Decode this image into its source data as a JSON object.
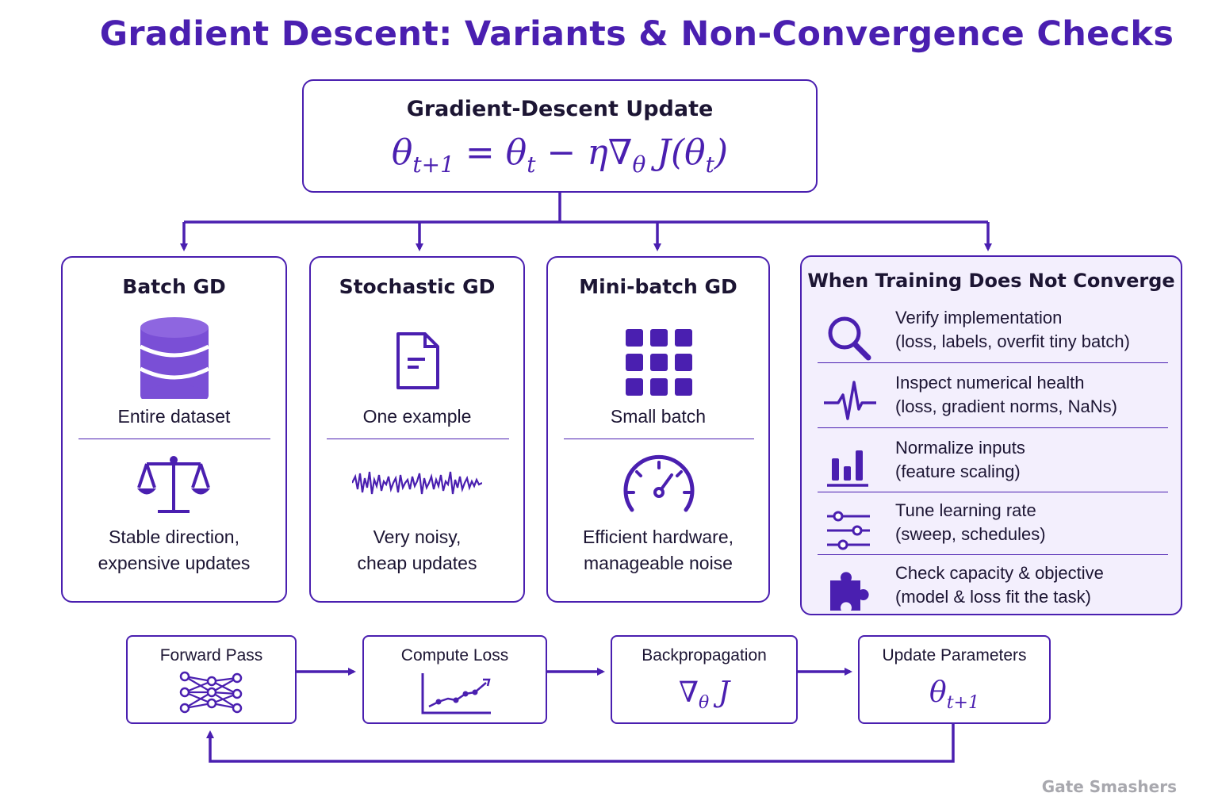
{
  "title": "Gradient Descent: Variants & Non-Convergence Checks",
  "accent_color": "#4a1fb0",
  "update": {
    "heading": "Gradient-Descent Update",
    "formula": {
      "lhs": "θ",
      "lhs_sub": "t+1",
      "eq": " = ",
      "theta": "θ",
      "theta_sub": "t",
      "minus": " − ",
      "eta": "η",
      "nabla": "∇",
      "nabla_sub": "θ",
      "J": " J(θ",
      "J_sub": "t",
      "close": ")"
    }
  },
  "variants": [
    {
      "title": "Batch GD",
      "icon": "database-icon",
      "size_text": "Entire dataset",
      "trait_icon": "balance-scale-icon",
      "trait_line1": "Stable direction,",
      "trait_line2": "expensive updates"
    },
    {
      "title": "Stochastic GD",
      "icon": "document-icon",
      "size_text": "One example",
      "trait_icon": "noisy-wave-icon",
      "trait_line1": "Very noisy,",
      "trait_line2": "cheap updates"
    },
    {
      "title": "Mini-batch GD",
      "icon": "grid-icon",
      "size_text": "Small batch",
      "trait_icon": "speedometer-icon",
      "trait_line1": "Efficient hardware,",
      "trait_line2": "manageable noise"
    }
  ],
  "non_convergence": {
    "title": "When Training Does Not Converge",
    "items": [
      {
        "icon": "magnifier-icon",
        "main": "Verify implementation",
        "sub": "(loss, labels, overfit tiny batch)"
      },
      {
        "icon": "pulse-icon",
        "main": "Inspect numerical health",
        "sub": "(loss, gradient norms, NaNs)"
      },
      {
        "icon": "bar-chart-icon",
        "main": "Normalize inputs",
        "sub": "(feature scaling)"
      },
      {
        "icon": "sliders-icon",
        "main": "Tune learning rate",
        "sub": "(sweep, schedules)"
      },
      {
        "icon": "puzzle-icon",
        "main": "Check capacity & objective",
        "sub": "(model & loss fit the task)"
      }
    ]
  },
  "loop": {
    "forward": {
      "label": "Forward Pass",
      "icon": "neural-network-icon"
    },
    "loss": {
      "label": "Compute Loss",
      "icon": "line-chart-icon"
    },
    "backprop": {
      "label": "Backpropagation",
      "math_nabla": "∇",
      "math_sub": "θ",
      "math_J": " J"
    },
    "update": {
      "label": "Update Parameters",
      "math_theta": "θ",
      "math_sub": "t+1"
    }
  },
  "watermark": "Gate Smashers"
}
